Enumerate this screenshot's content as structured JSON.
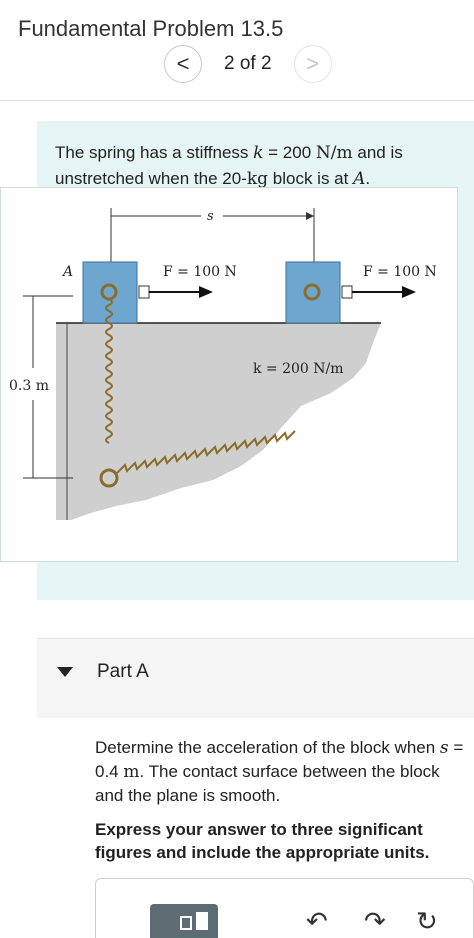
{
  "header": {
    "title": "Fundamental Problem 13.5",
    "pager_text": "2 of 2",
    "prev_symbol": "<",
    "next_symbol": ">"
  },
  "problem": {
    "t1": "The spring has a stiffness ",
    "k_symbol": "k",
    "t2": " = 200 ",
    "k_unit": "N/m",
    "t3": " and is unstretched when the 20-",
    "mass_unit": "kg",
    "t4": " block is at ",
    "point_label": "A",
    "t5": "."
  },
  "figure": {
    "label_a": "A",
    "label_s": "s",
    "force_left": "F = 100 N",
    "force_right": "F = 100 N",
    "spring_label": "k = 200 N/m",
    "height_label": "0.3 m"
  },
  "part": {
    "label": "Part A"
  },
  "question": {
    "q1": "Determine the acceleration of the block when ",
    "s_symbol": "s",
    "q2": " = 0.4 ",
    "s_unit": "m",
    "q3": ". The contact surface between the block and the plane is smooth.",
    "instruction": "Express your answer to three significant figures and include the appropriate units."
  },
  "toolbar": {
    "undo_icon": "undo-icon",
    "redo_icon": "redo-icon",
    "reset_icon": "reset-icon"
  }
}
